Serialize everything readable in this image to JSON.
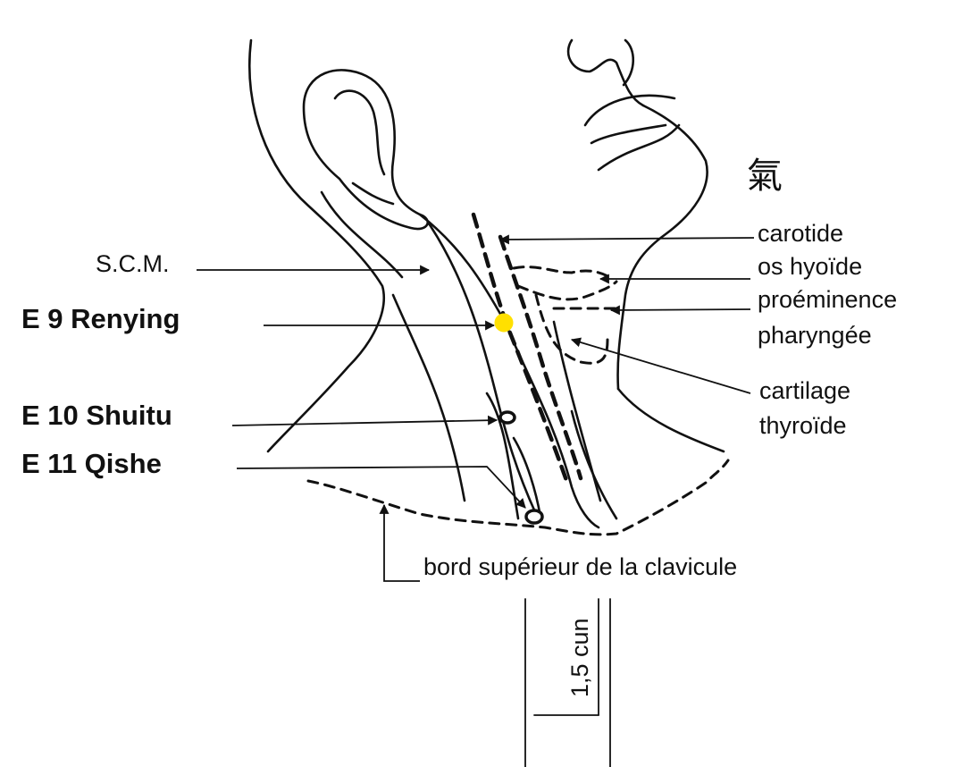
{
  "labels": {
    "scm": "S.C.M.",
    "carotid": "carotide",
    "hyoid": "os hyoïde",
    "prominence_1": "proéminence",
    "prominence_2": "pharyngée",
    "cartilage_1": "cartilage",
    "cartilage_2": "thyroïde",
    "clavicle": "bord supérieur de la clavicule",
    "measure": "1,5 cun",
    "qi_glyph": "氣"
  },
  "points": [
    {
      "code": "E 9",
      "name": "Renying",
      "label": "E 9 Renying",
      "highlight": "#ffe000"
    },
    {
      "code": "E 10",
      "name": "Shuitu",
      "label": "E 10 Shuitu"
    },
    {
      "code": "E 11",
      "name": "Qishe",
      "label": "E 11 Qishe"
    }
  ],
  "colors": {
    "ink": "#111111",
    "highlight": "#ffe000",
    "background": "#ffffff"
  }
}
